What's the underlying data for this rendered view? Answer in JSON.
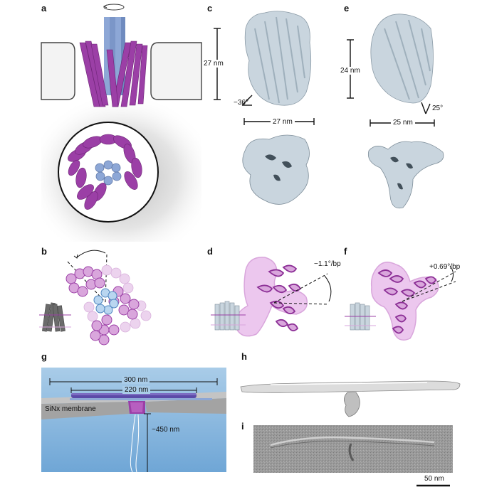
{
  "panels": {
    "a": "a",
    "b": "b",
    "c": "c",
    "d": "d",
    "e": "e",
    "f": "f",
    "g": "g",
    "h": "h",
    "i": "i"
  },
  "panel_c": {
    "height": "27 nm",
    "width": "27 nm",
    "angle": "−36°"
  },
  "panel_e": {
    "height": "24 nm",
    "width": "25 nm",
    "angle": "25°"
  },
  "panel_d": {
    "twist": "−1.1°/bp"
  },
  "panel_f": {
    "twist": "+0.69°/bp"
  },
  "panel_g": {
    "length_outer": "300 nm",
    "length_inner": "220 nm",
    "membrane_label": "SiNx membrane",
    "depth": "~450 nm"
  },
  "panel_i": {
    "scale_bar": "50 nm"
  },
  "colors": {
    "magenta": "#9b3fa6",
    "light_magenta": "#d9a6dc",
    "blue": "#8da7d6",
    "grey_density": "#c9d5de",
    "water": "#6fa6d6"
  }
}
